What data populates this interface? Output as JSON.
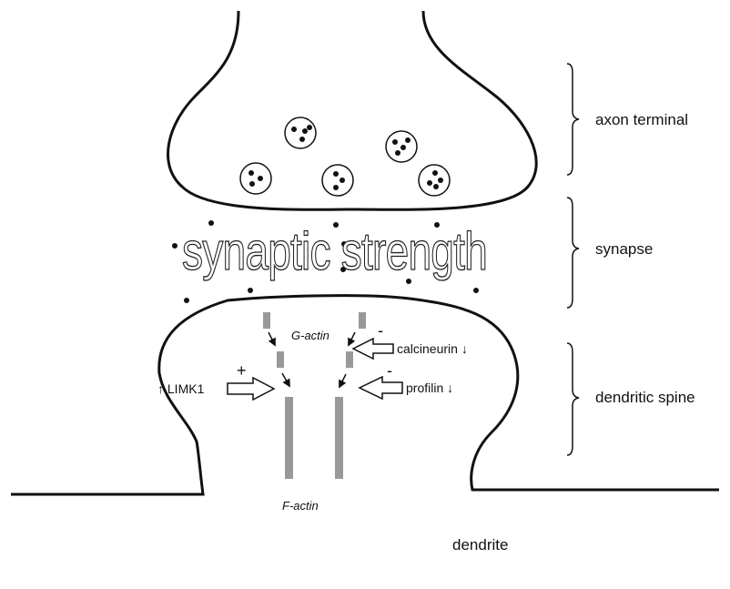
{
  "labels": {
    "axon_terminal": "axon terminal",
    "synapse": "synapse",
    "dendritic_spine": "dendritic spine",
    "dendrite": "dendrite",
    "synaptic_strength": "synaptic  strength",
    "g_actin": "G-actin",
    "f_actin": "F-actin",
    "limk1": "↑ LIMK1",
    "calcineurin": "calcineurin ↓",
    "profilin": "profilin ↓",
    "plus": "+",
    "minus_calcineurin": "-",
    "minus_profilin": "-"
  },
  "colors": {
    "stroke": "#111111",
    "actin": "#999999"
  }
}
